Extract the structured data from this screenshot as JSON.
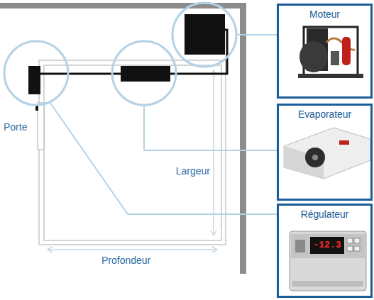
{
  "diagram": {
    "nodes": [
      {
        "text": [
          "Moteur"
        ]
      },
      {
        "text": [
          "Evaporateur"
        ]
      },
      {
        "text": [
          "Régulateur"
        ]
      }
    ],
    "labels": [
      "Porte",
      "Largeur",
      "Profondeur",
      "-12.3"
    ]
  }
}
